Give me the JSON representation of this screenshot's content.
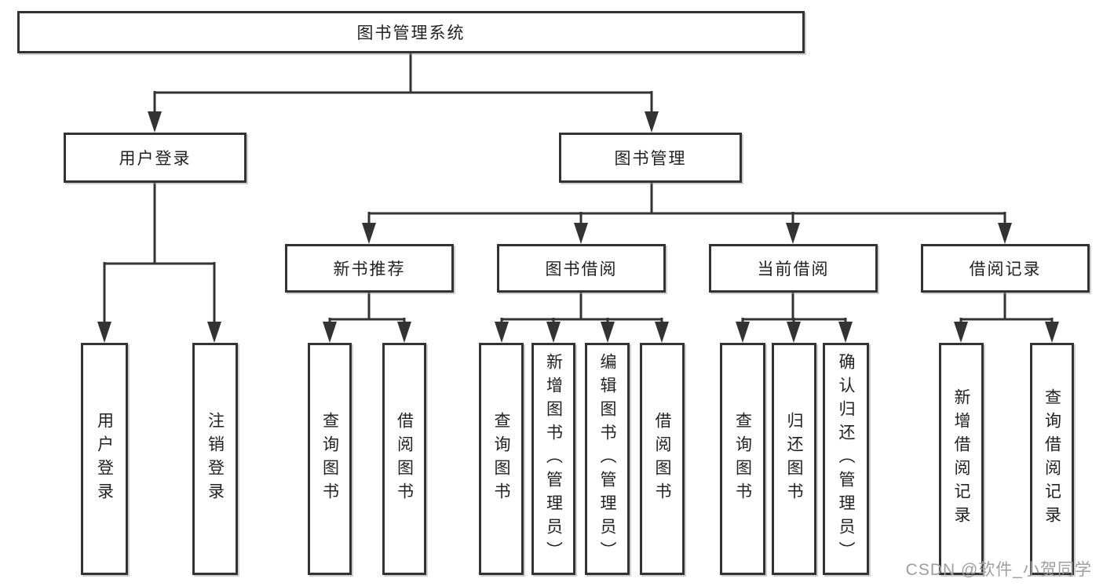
{
  "diagram": {
    "tree": {
      "label": "图书管理系统",
      "children": [
        {
          "label": "用户登录",
          "children": [
            {
              "label": "用户登录"
            },
            {
              "label": "注销登录"
            }
          ]
        },
        {
          "label": "图书管理",
          "children": [
            {
              "label": "新书推荐",
              "children": [
                {
                  "label": "查询图书"
                },
                {
                  "label": "借阅图书"
                }
              ]
            },
            {
              "label": "图书借阅",
              "children": [
                {
                  "label": "查询图书"
                },
                {
                  "label": "新增图书（管理员）"
                },
                {
                  "label": "编辑图书（管理员）"
                },
                {
                  "label": "借阅图书"
                }
              ]
            },
            {
              "label": "当前借阅",
              "children": [
                {
                  "label": "查询图书"
                },
                {
                  "label": "归还图书"
                },
                {
                  "label": "确认归还（管理员）"
                }
              ]
            },
            {
              "label": "借阅记录",
              "children": [
                {
                  "label": "新增借阅记录"
                },
                {
                  "label": "查询借阅记录"
                }
              ]
            }
          ]
        }
      ]
    }
  },
  "watermark": {
    "text": "CSDN @软件_小贺同学"
  },
  "colors": {
    "line": "#333333",
    "box_border": "#333333",
    "text": "#222222",
    "watermark": "#9e9e9e",
    "background": "#ffffff"
  }
}
